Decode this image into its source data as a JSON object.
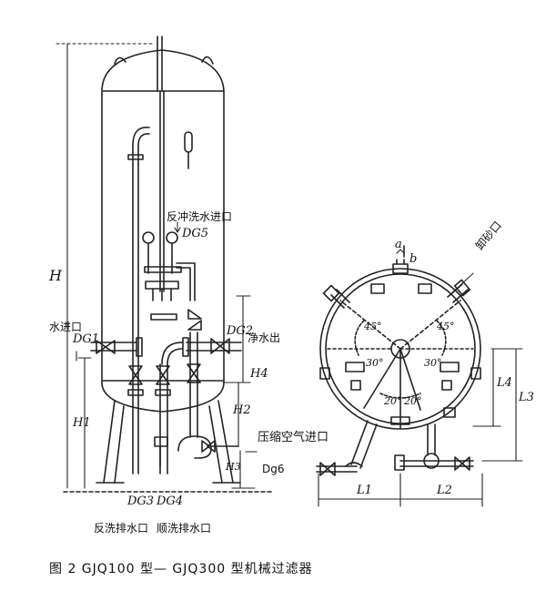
{
  "labels": {
    "backwash_inlet": "反冲洗水进口",
    "dg5": "DG5",
    "water_inlet": "水进口",
    "dg1": "DG1",
    "dg2": "DG2",
    "clean_water_out": "净水出",
    "h": "H",
    "h1": "H1",
    "h2": "H2",
    "h3": "H3",
    "h4": "H4",
    "dg3": "DG3",
    "dg4": "DG4",
    "compressed_air_inlet": "压缩空气进口",
    "dg6": "Dg6",
    "backwash_drain": "反洗排水口",
    "forward_wash_drain": "顺洗排水口",
    "unloading_hole": "卸砂口",
    "a": "a",
    "b": "b",
    "l1": "L1",
    "l2": "L2",
    "l3": "L3",
    "l4": "L4",
    "deg45_left": "45°",
    "deg45_right": "45°",
    "deg30_left": "30°",
    "deg30_right": "30°",
    "deg20_left": "20°",
    "deg20_right": "20°"
  },
  "caption": "图 2   GJQ100 型— GJQ300 型机械过滤器"
}
